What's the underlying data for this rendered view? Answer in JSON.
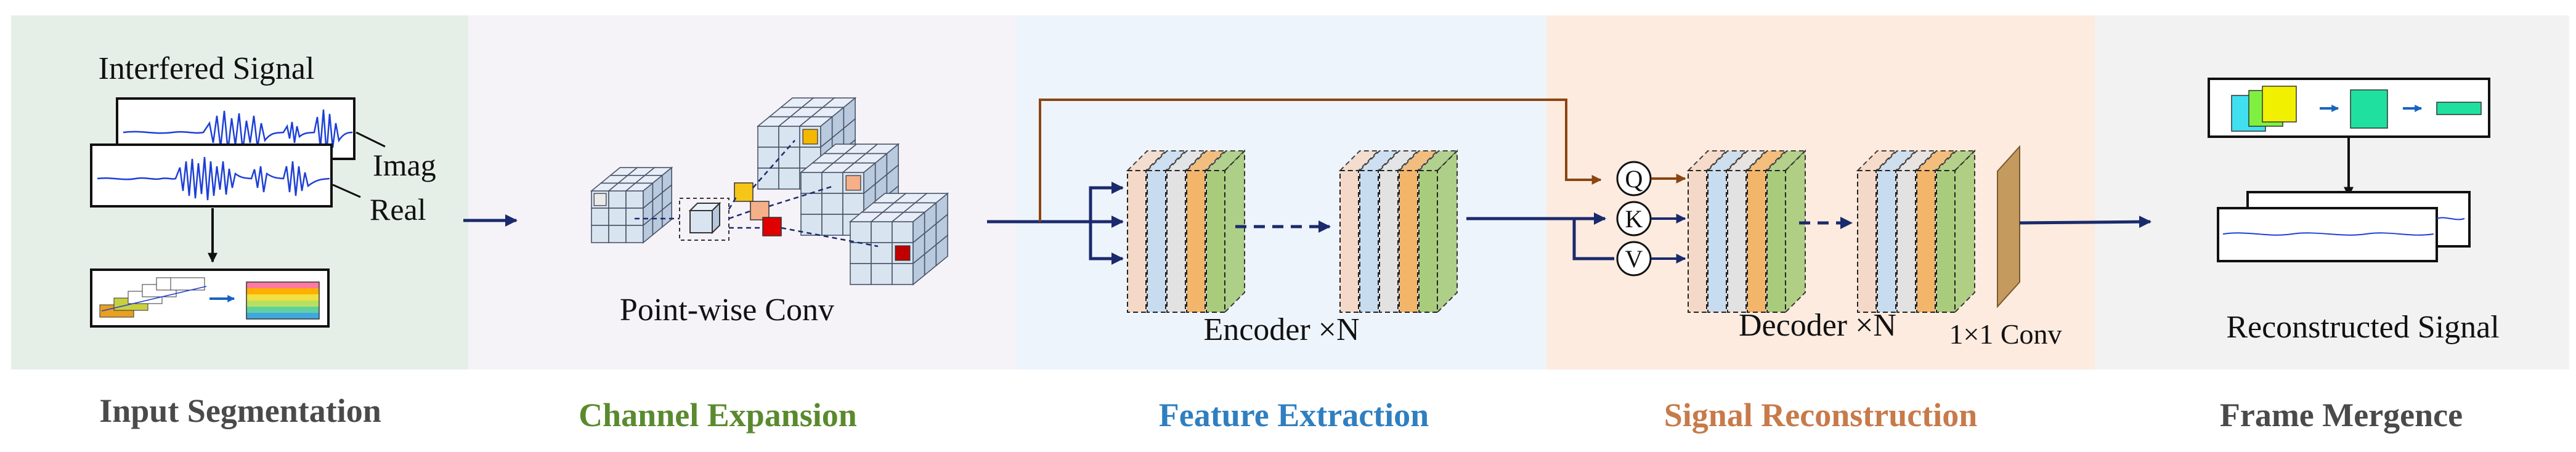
{
  "panels": [
    {
      "id": "input",
      "label": "Input Segmentation",
      "label_color": "#4a4a4a",
      "bg": "#e6efe7"
    },
    {
      "id": "channel",
      "label": "Channel Expansion",
      "label_color": "#5a8a2e",
      "bg": "#f5f2f8"
    },
    {
      "id": "feature",
      "label": "Feature Extraction",
      "label_color": "#2f7fc0",
      "bg": "#eef4fb"
    },
    {
      "id": "signal",
      "label": "Signal  Reconstruction",
      "label_color": "#c77a4a",
      "bg": "#fdebdf"
    },
    {
      "id": "frame",
      "label": "Frame Mergence",
      "label_color": "#4a4a4a",
      "bg": "#f2f2f2"
    }
  ],
  "text": {
    "interfered_signal": "Interfered Signal",
    "imag": "Imag",
    "real": "Real",
    "pointwise_conv": "Point-wise Conv",
    "encoder": "Encoder ×N",
    "decoder": "Decoder ×N",
    "conv1x1": "1×1 Conv",
    "reconstructed_signal": "Reconstructed Signal",
    "q": "Q",
    "k": "K",
    "v": "V"
  },
  "colors": {
    "arrow_navy": "#1a2a6c",
    "skip_brown": "#8b4513",
    "layer_peach": "#f5d9c8",
    "layer_blue": "#c8dcef",
    "layer_gray": "#e2e2e2",
    "layer_orange": "#f2b56a",
    "layer_green": "#a8cc7c",
    "cube_fill": "#d9e4f1",
    "conv_brown": "#c59a5e",
    "signal_blue": "#1d3fd6"
  },
  "icons": [
    "signal-waveform-icon",
    "spectrogram-segment-icon",
    "cube-grid-icon",
    "layer-stack-icon",
    "frame-icon"
  ]
}
